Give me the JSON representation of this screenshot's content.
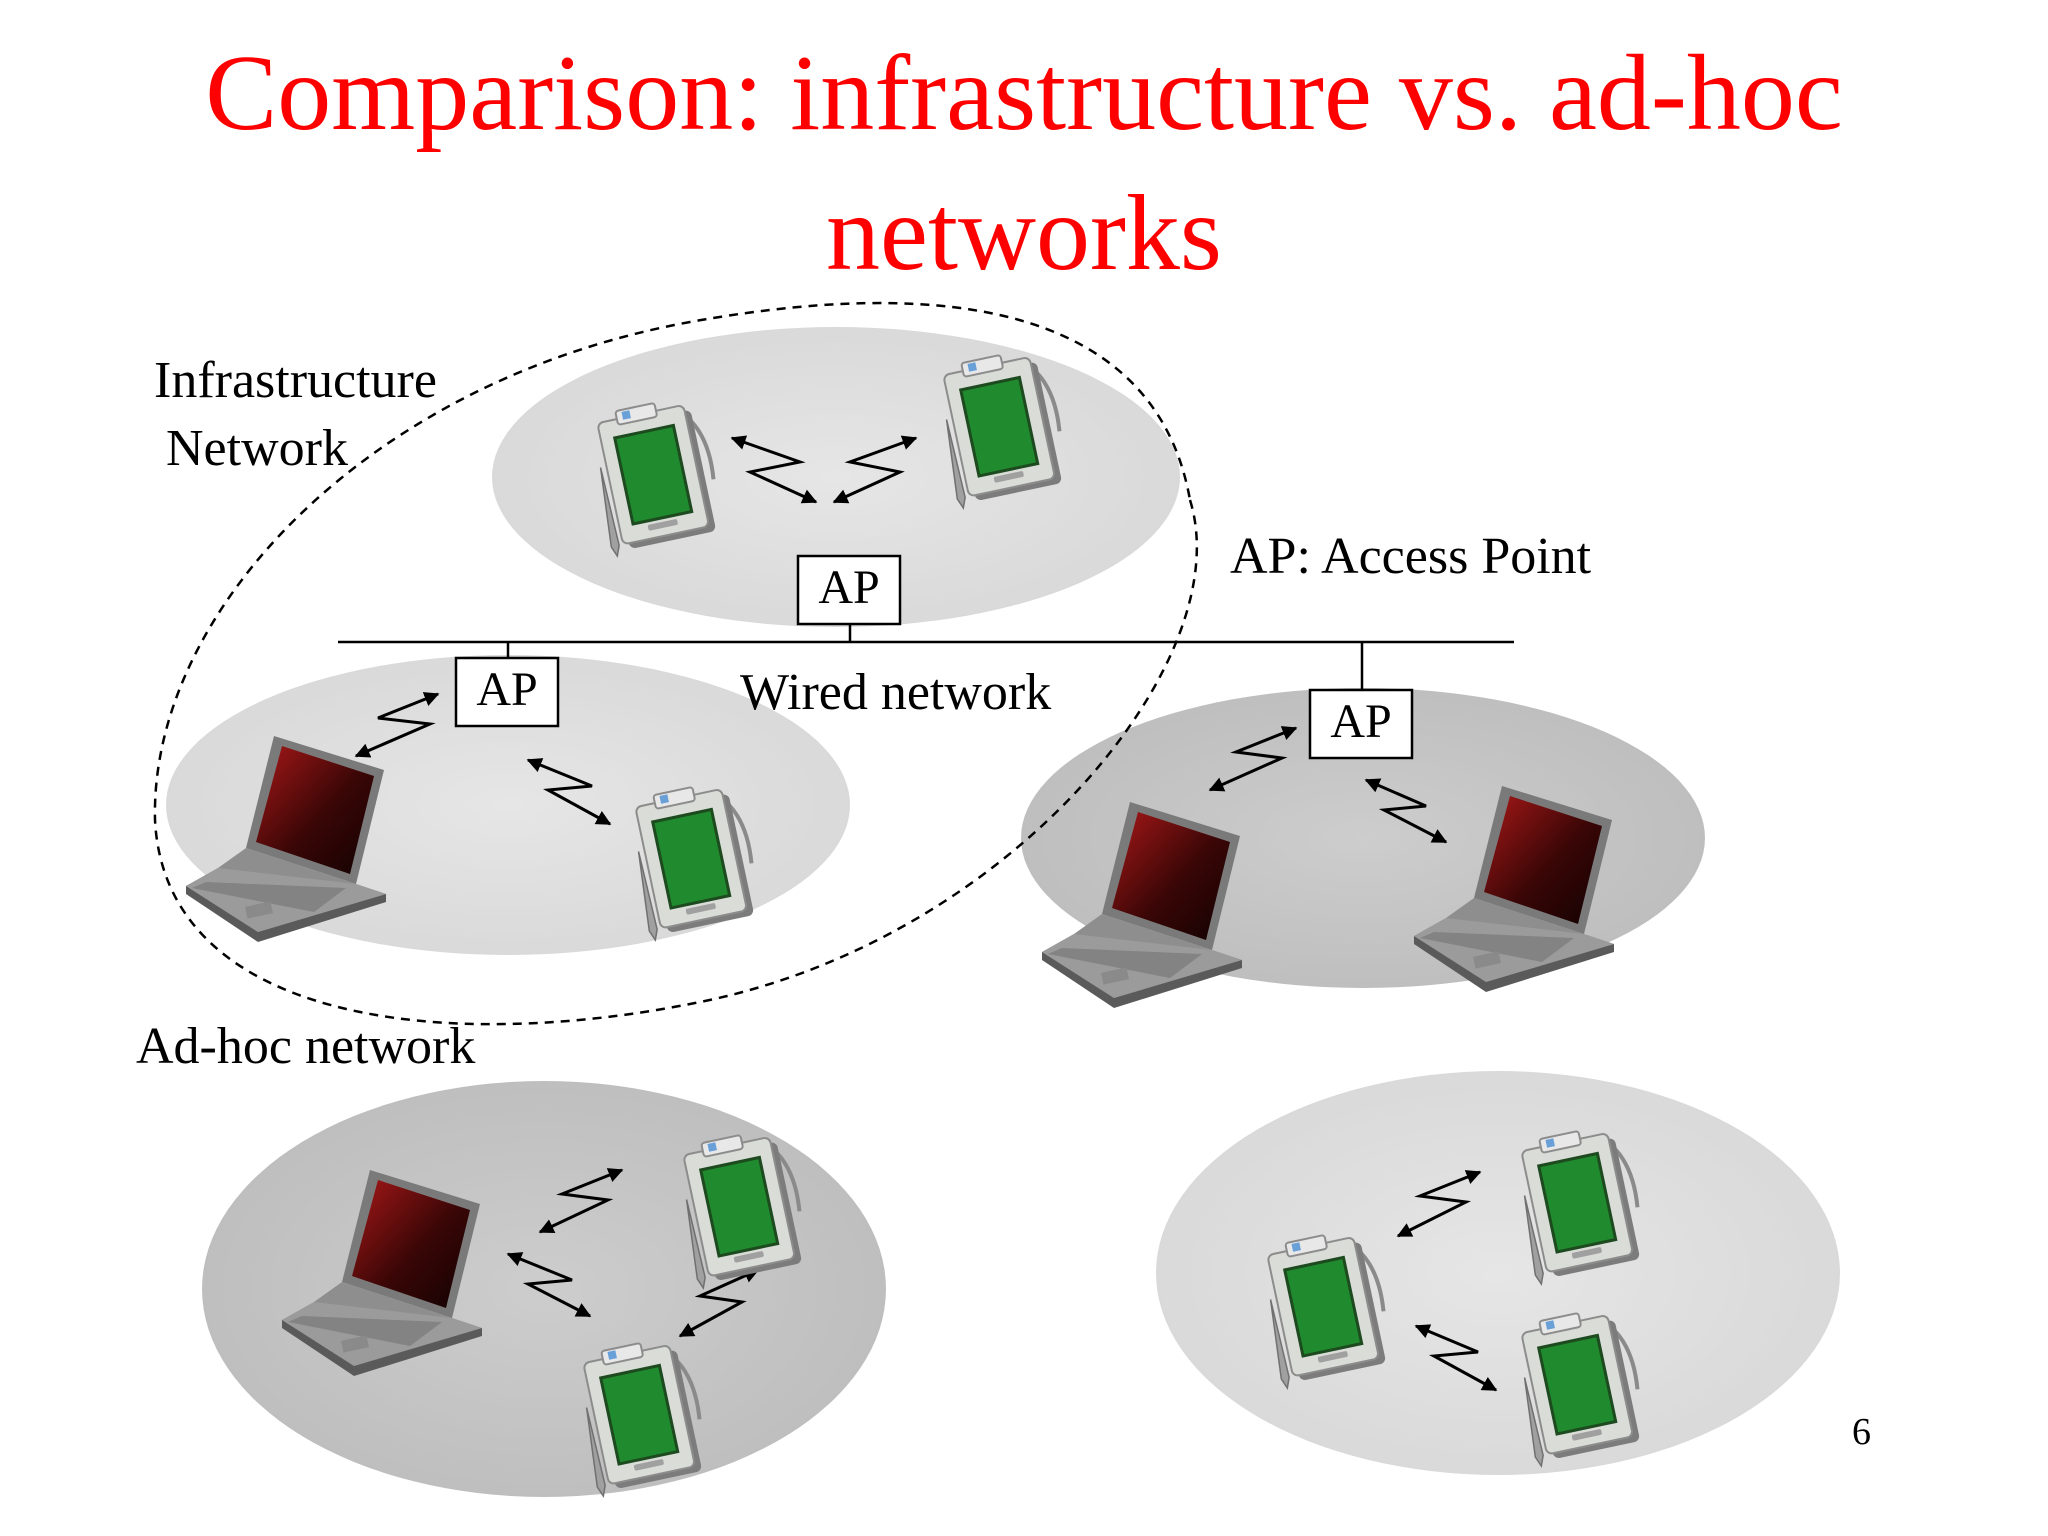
{
  "slide": {
    "title_line1": "Comparison: infrastructure vs. ad-hoc",
    "title_line2": "networks",
    "page_number": "6"
  },
  "labels": {
    "infrastructure_line1": "Infrastructure",
    "infrastructure_line2": "Network",
    "access_point_legend": "AP: Access Point",
    "wired_network": "Wired network",
    "adhoc": "Ad-hoc network",
    "ap": "AP"
  },
  "colors": {
    "title": "#ff0000",
    "cell_light": "#e0e0e0",
    "cell_dark": "#c6c6c6",
    "screen_green": "#1f8a2e",
    "laptop_screen": "#5a0a0a"
  },
  "icons": {
    "pda": "pda-icon",
    "laptop": "laptop-icon",
    "wireless_link": "wireless-link-icon"
  }
}
